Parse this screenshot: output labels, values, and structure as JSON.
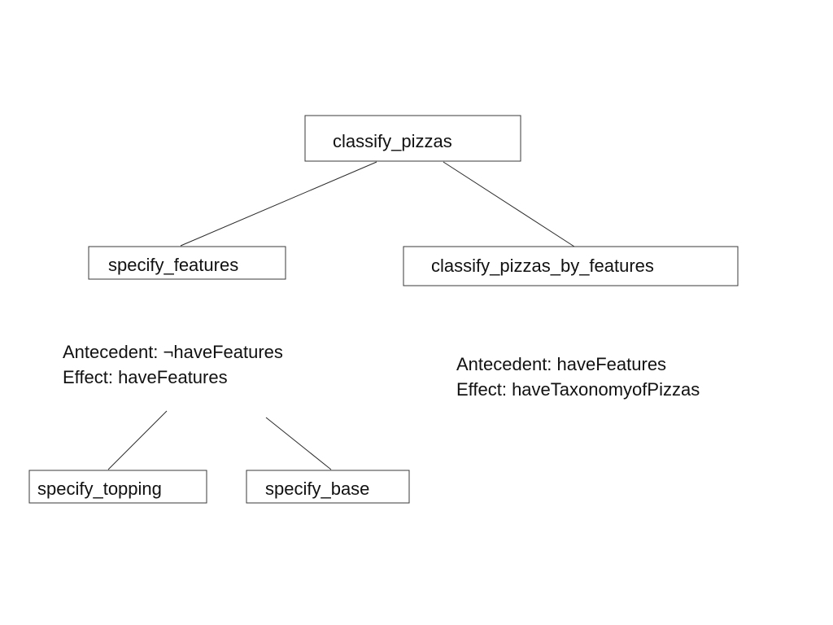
{
  "nodes": {
    "root": {
      "label": "classify_pizzas"
    },
    "left": {
      "label": "specify_features"
    },
    "right": {
      "label": "classify_pizzas_by_features"
    },
    "left_child_1": {
      "label": "specify_topping"
    },
    "left_child_2": {
      "label": "specify_base"
    }
  },
  "notes": {
    "left": {
      "antecedent": "Antecedent: ¬haveFeatures",
      "effect": "Effect: haveFeatures"
    },
    "right": {
      "antecedent": "Antecedent: haveFeatures",
      "effect": "Effect: haveTaxonomyofPizzas"
    }
  }
}
